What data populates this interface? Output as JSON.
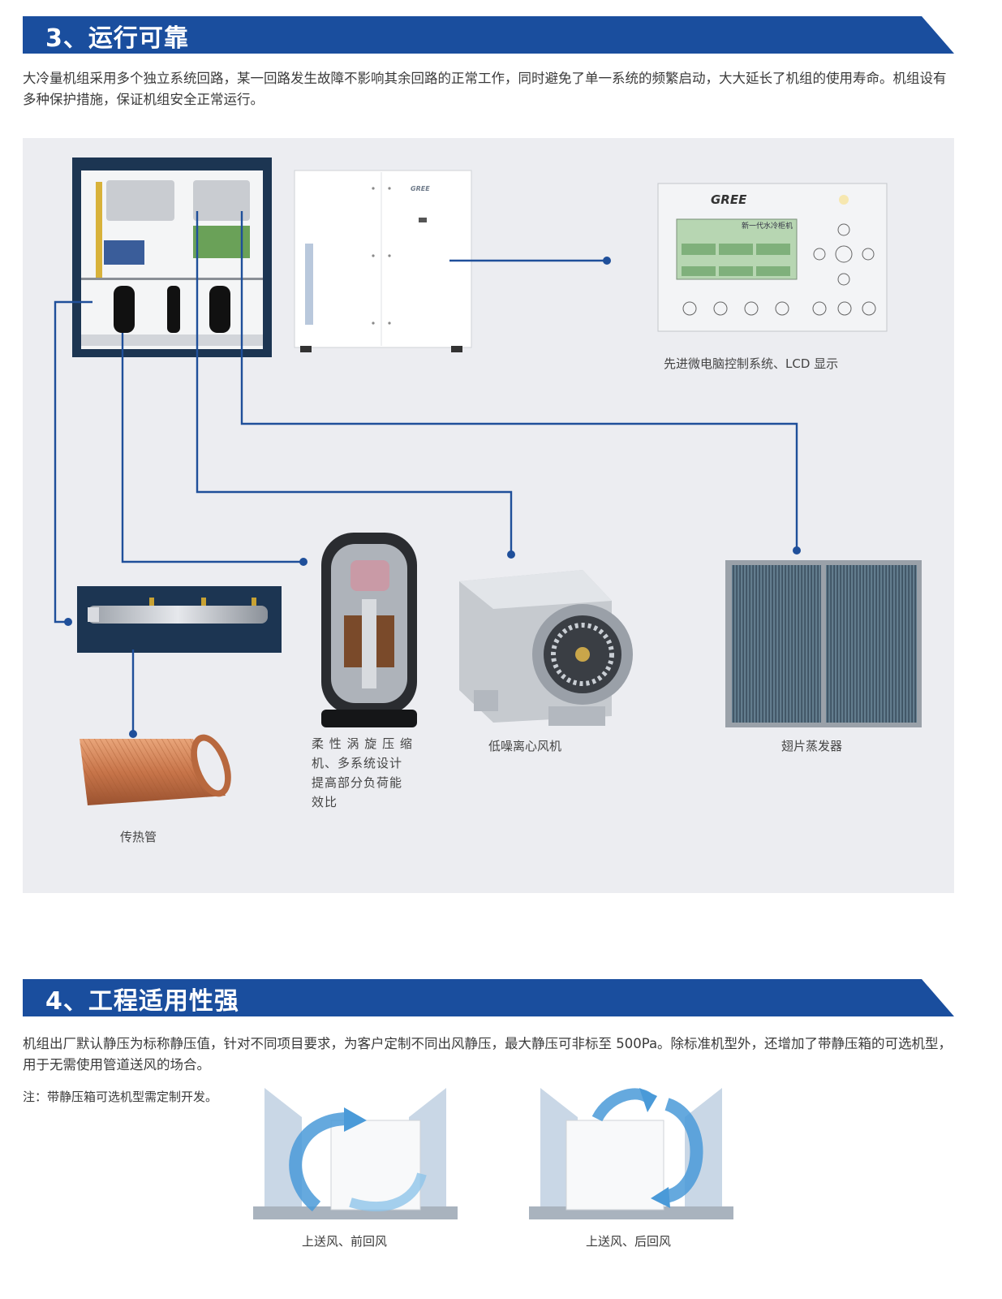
{
  "section3": {
    "title": "3、运行可靠",
    "paragraph": "大冷量机组采用多个独立系统回路，某一回路发生故障不影响其余回路的正常工作，同时避免了单一系统的频繁启动，大大延长了机组的使用寿命。机组设有多种保护措施，保证机组安全正常运行。",
    "controller": {
      "brand": "GREE",
      "caption": "先进微电脑控制系统、LCD 显示",
      "screen_title": "新一代水冷柜机"
    },
    "unit_brand": "GREE",
    "components": {
      "tube": "传热管",
      "compressor_lines": [
        "柔 性 涡 旋 压 缩",
        "机、多系统设计",
        "提高部分负荷能",
        "效比"
      ],
      "fan": "低噪离心风机",
      "evaporator": "翅片蒸发器"
    }
  },
  "section4": {
    "title": "4、工程适用性强",
    "paragraph": "机组出厂默认静压为标称静压值，针对不同项目要求，为客户定制不同出风静压，最大静压可非标至 500Pa。除标准机型外，还增加了带静压箱的可选机型，用于无需使用管道送风的场合。",
    "note": "注：带静压箱可选机型需定制开发。",
    "configs": [
      "上送风、前回风",
      "上送风、后回风"
    ]
  },
  "colors": {
    "header_blue": "#1a4e9e",
    "line_blue": "#1f4f9a",
    "panel_bg": "#ecedf1",
    "copper": "#c87a4e"
  }
}
